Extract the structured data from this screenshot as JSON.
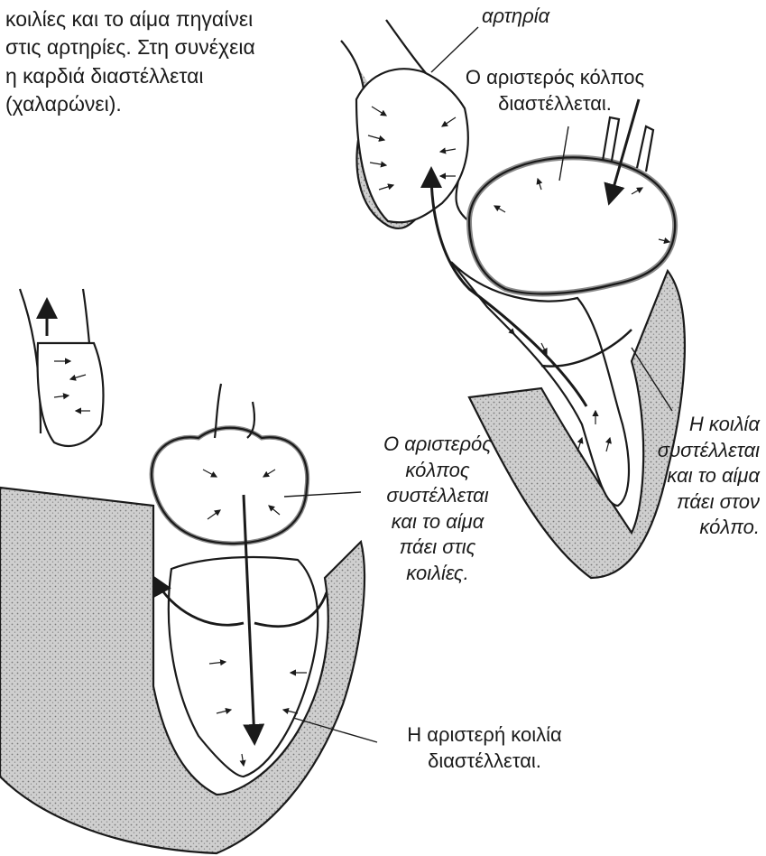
{
  "intro_text": [
    "κοιλίες και το αίμα πηγαίνει",
    "στις αρτηρίες. Στη συνέχεια",
    "η καρδιά διαστέλλεται",
    "(χαλαρώνει)."
  ],
  "labels": {
    "artery": "αρτηρία",
    "left_atrium_dilates": [
      "Ο αριστερός κόλπος",
      "διαστέλλεται."
    ],
    "ventricle_contracts": [
      "Η κοιλία",
      "συστέλλεται",
      "και το αίμα",
      "πάει στον",
      "κόλπο."
    ],
    "left_atrium_contracts": [
      "Ο αριστερός",
      "κόλπος",
      "συστέλλεται",
      "και το αίμα",
      "πάει στις",
      "κοιλίες."
    ],
    "left_ventricle_dilates": [
      "Η αριστερή κοιλία",
      "διαστέλλεται."
    ]
  },
  "colors": {
    "ink": "#1a1a1a",
    "muscle_fill": "#c9c9c9",
    "wall_fill": "#b8b8b8"
  }
}
